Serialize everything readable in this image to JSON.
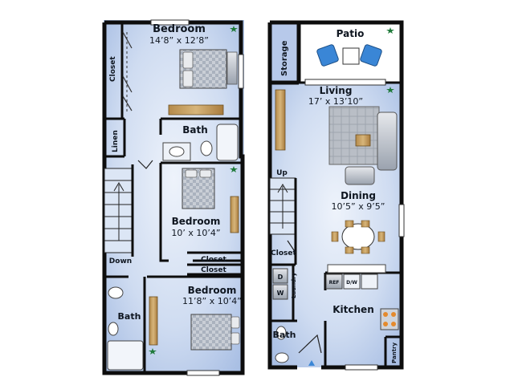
{
  "plans": {
    "upper": {
      "rooms": {
        "bedroom_master": {
          "name": "Bedroom",
          "dims": "14’8” x 12’8”"
        },
        "bath_upper": {
          "name": "Bath"
        },
        "bedroom_middle": {
          "name": "Bedroom",
          "dims": "10’ x 10’4”"
        },
        "bedroom_lower": {
          "name": "Bedroom",
          "dims": "11’8” x 10’4”"
        },
        "bath_lower": {
          "name": "Bath"
        }
      },
      "labels": {
        "closet_top": "Closet",
        "linen": "Linen",
        "down": "Down",
        "closet_a": "Closet",
        "closet_b": "Closet"
      }
    },
    "lower": {
      "rooms": {
        "patio": {
          "name": "Patio"
        },
        "storage": {
          "name": "Storage"
        },
        "living": {
          "name": "Living",
          "dims": "17’ x 13’10”"
        },
        "dining": {
          "name": "Dining",
          "dims": "10’5” x 9’5”"
        },
        "kitchen": {
          "name": "Kitchen"
        },
        "bath": {
          "name": "Bath"
        }
      },
      "labels": {
        "up": "Up",
        "closet": "Closet",
        "laundry": "Laundry",
        "dryer": "D",
        "washer": "W",
        "ref": "REF",
        "dw": "D/W",
        "pantry": "Pantry"
      }
    }
  },
  "colors": {
    "floor": "#c7d6ef",
    "floor_light": "#e4ecf8",
    "wall": "#0d0d0d",
    "wood": "#c7a56a",
    "plant": "#1f7a3a",
    "chair": "#3a86d6"
  }
}
